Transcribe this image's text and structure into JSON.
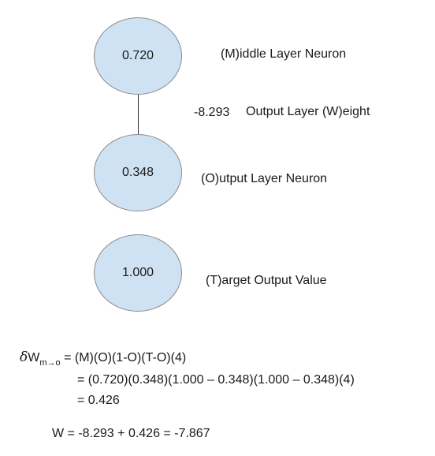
{
  "nodes": {
    "middle": {
      "value": "0.720",
      "label": "(M)iddle Layer Neuron"
    },
    "output": {
      "value": "0.348",
      "label": "(O)utput Layer Neuron"
    },
    "target": {
      "value": "1.000",
      "label": "(T)arget Output Value"
    }
  },
  "weight": {
    "value": "-8.293",
    "label": "Output Layer (W)eight"
  },
  "equations": {
    "delta_symbol": "δ",
    "w_letter": "W",
    "subscript": "m→o",
    "line1_rhs": "= (M)(O)(1-O)(T-O)(4)",
    "line2": "= (0.720)(0.348)(1.000 – 0.348)(1.000 – 0.348)(4)",
    "line3": "= 0.426",
    "final": "W = -8.293 + 0.426 = -7.867"
  },
  "colors": {
    "node_fill": "#cfe2f3",
    "node_border": "#8a8a8a"
  }
}
